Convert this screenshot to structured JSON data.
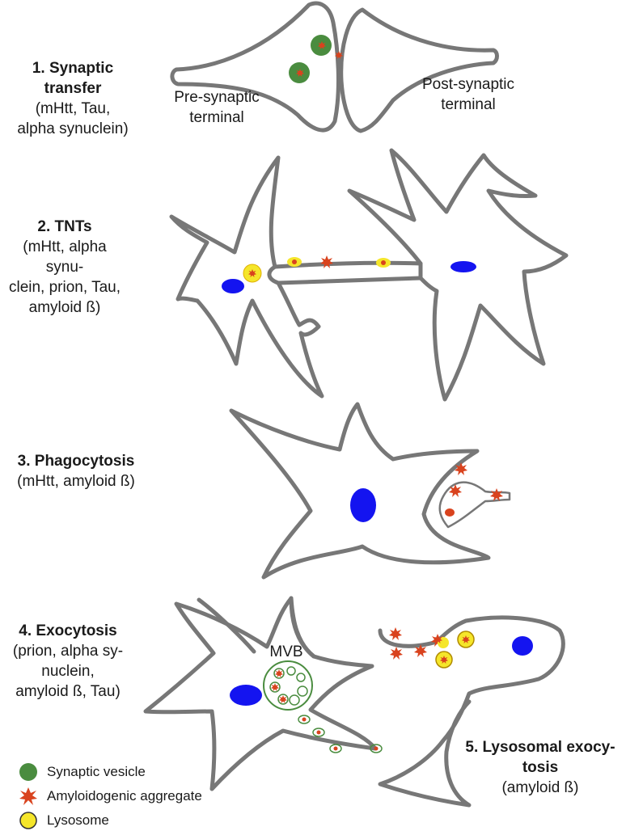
{
  "panels": [
    {
      "title": "1. Synaptic transfer",
      "subtitle": [
        "(mHtt, Tau,",
        "alpha synuclein)"
      ]
    },
    {
      "title": "2. TNTs",
      "subtitle": [
        "(mHtt, alpha synu-",
        "clein, prion, Tau,",
        "amyloid ß)"
      ]
    },
    {
      "title": "3. Phagocytosis",
      "subtitle": [
        "(mHtt, amyloid ß)"
      ]
    },
    {
      "title": "4. Exocytosis",
      "subtitle": [
        "(prion, alpha sy-",
        "nuclein,",
        "amyloid ß, Tau)"
      ]
    },
    {
      "title_lines": [
        "5. Lysosomal exocy-",
        "tosis"
      ],
      "subtitle": [
        "(amyloid ß)"
      ]
    }
  ],
  "cell_labels": {
    "presynaptic": [
      "Pre-synaptic",
      "terminal"
    ],
    "postsynaptic": [
      "Post-synaptic",
      "terminal"
    ],
    "mvb": "MVB"
  },
  "legend": [
    {
      "label": "Synaptic vesicle",
      "icon": "synaptic-vesicle-icon",
      "color": "#4a8c3f"
    },
    {
      "label": "Amyloidogenic aggregate",
      "icon": "aggregate-icon",
      "color": "#d9431e"
    },
    {
      "label": "Lysosome",
      "icon": "lysosome-icon",
      "color": "#f5e62a"
    }
  ],
  "colors": {
    "membrane": "#777777",
    "nucleus": "#1414f0",
    "vesicle": "#4a8c3f",
    "aggregate": "#d9431e",
    "lysosome": "#f5e62a",
    "mvb": "#4a8c3f"
  }
}
